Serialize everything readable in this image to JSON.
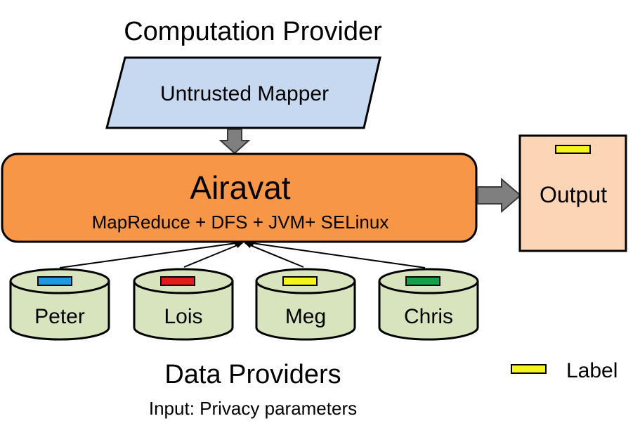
{
  "computation_provider": {
    "title": "Computation Provider",
    "mapper": "Untrusted Mapper"
  },
  "airavat": {
    "title": "Airavat",
    "subtitle": "MapReduce + DFS + JVM+ SELinux"
  },
  "output": {
    "label": "Output"
  },
  "data_providers": {
    "title": "Data Providers",
    "subtitle": "Input: Privacy parameters",
    "providers": [
      {
        "name": "Peter",
        "label_color": "#1e9be0"
      },
      {
        "name": "Lois",
        "label_color": "#e21b1b"
      },
      {
        "name": "Meg",
        "label_color": "#f5f51c"
      },
      {
        "name": "Chris",
        "label_color": "#14a14a"
      }
    ]
  },
  "legend": {
    "label": "Label",
    "color": "#f5f51c"
  },
  "colors": {
    "mapper_fill": "#c6d9f1",
    "airavat_fill": "#f79646",
    "output_fill": "#fbd5b5",
    "db_fill": "#d7e4bd",
    "arrow_fill": "#7f7f7f"
  }
}
